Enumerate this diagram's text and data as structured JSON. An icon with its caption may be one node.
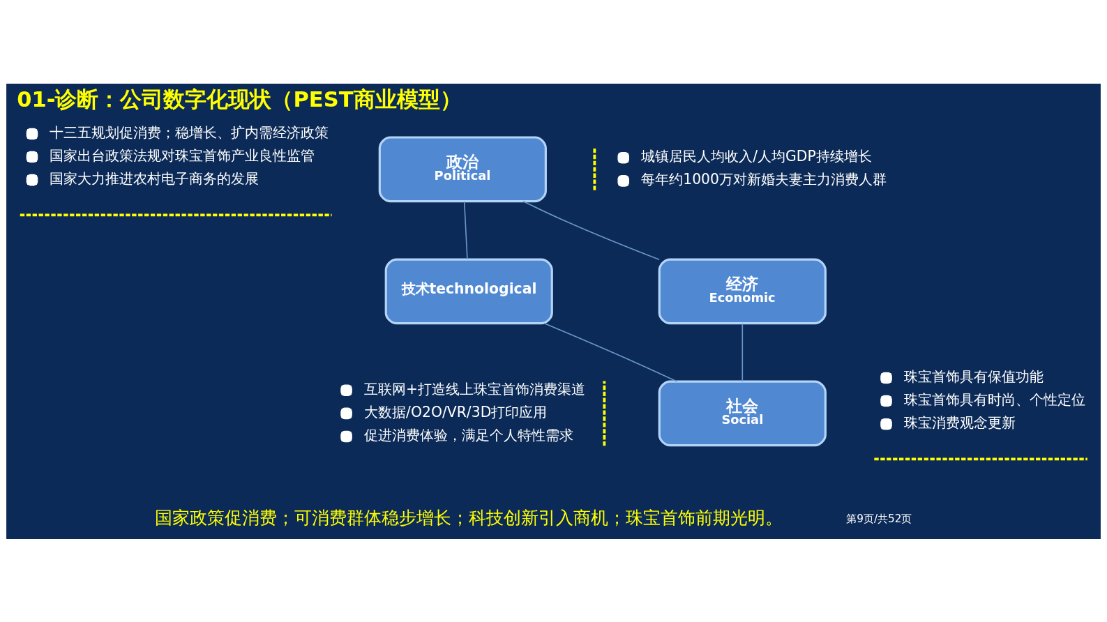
{
  "diagram": {
    "title": "01-诊断：公司数字化现状（PEST商业模型）",
    "nodes": [
      {
        "text": [
          "政治",
          "Political"
        ],
        "beside": [
          "十三五规划促消费；稳增长、扩内需经济政策",
          "国家出台政策法规对珠宝首饰产业良性监管",
          "国家大力推进农村电子商务的发展"
        ]
      },
      {
        "text": [
          "技术technological"
        ],
        "beside": [
          "互联网+打造线上珠宝首饰消费渠道",
          "大数据/O2O/VR/3D打印应用",
          "促进消费体验，满足个人特性需求"
        ]
      },
      {
        "text": [
          "经济",
          "Economic"
        ],
        "beside": [
          "城镇居民人均收入/人均GDP持续增长",
          "每年约1000万对新婚夫妻主力消费人群"
        ]
      },
      {
        "text": [
          "社会",
          "Social"
        ],
        "beside": [
          "珠宝首饰具有保值功能",
          "珠宝首饰具有时尚、个性定位",
          "珠宝消费观念更新"
        ]
      }
    ],
    "edges": [
      {
        "from": 0,
        "to": 2,
        "arrow": "none"
      },
      {
        "from": 2,
        "to": 3,
        "arrow": "none"
      },
      {
        "from": 3,
        "to": 1,
        "arrow": "none"
      },
      {
        "from": 1,
        "to": 0,
        "arrow": "none"
      }
    ],
    "labels": [
      "国家政策促消费；可消费群体稳步增长；科技创新引入商机；珠宝首饰前期光明。",
      "第9页/共52页"
    ]
  }
}
